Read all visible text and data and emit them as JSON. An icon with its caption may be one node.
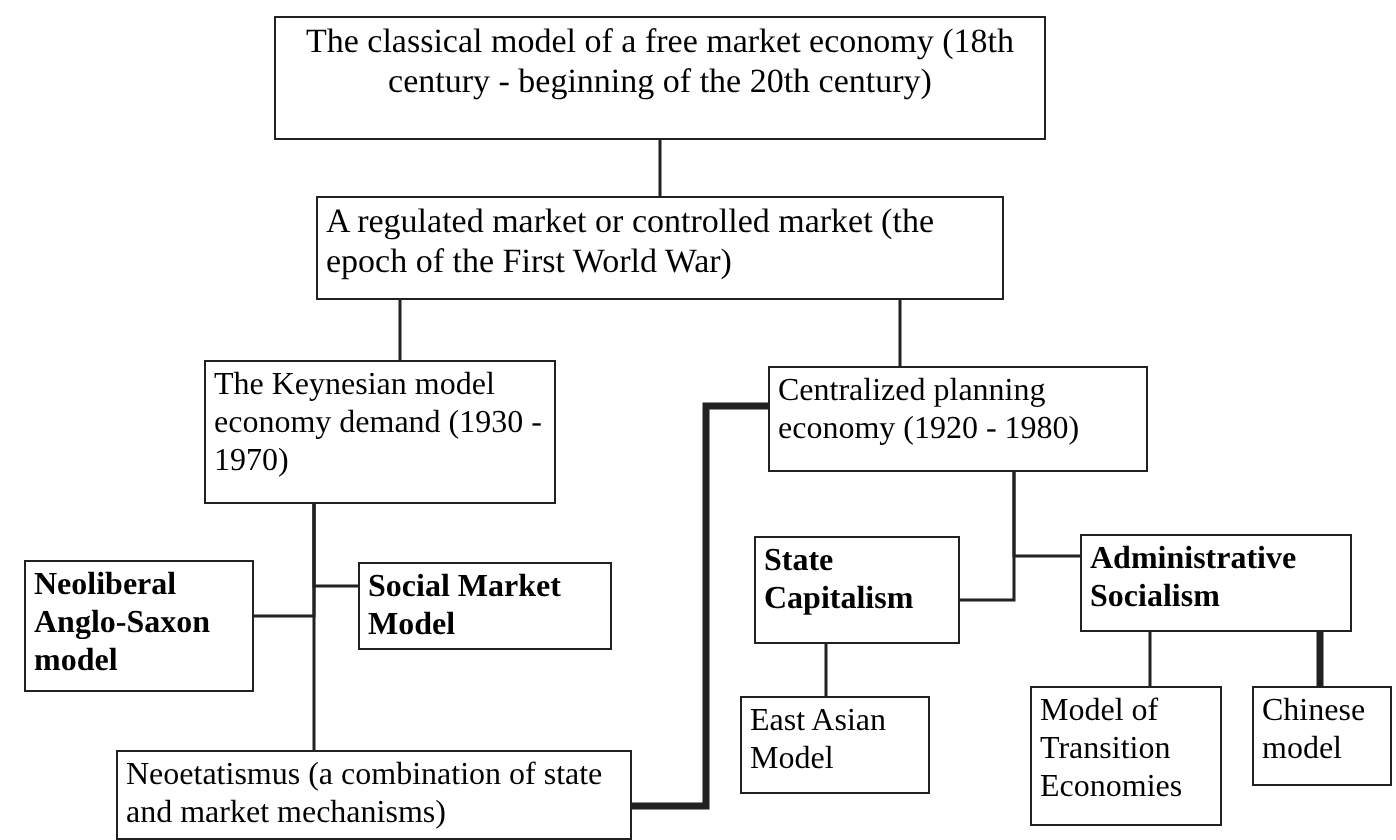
{
  "diagram": {
    "nodes": [
      {
        "text": [
          "The classical model of a free market economy (18th century - beginning of the 20th century)"
        ]
      },
      {
        "text": [
          "A regulated market or controlled market (the epoch of the First World War)"
        ]
      },
      {
        "text": [
          "The Keynesian model economy demand (1930 - 1970)"
        ]
      },
      {
        "text": [
          "Centralized planning economy (1920 - 1980)"
        ]
      },
      {
        "text": [
          "Neoliberal Anglo-Saxon model"
        ]
      },
      {
        "text": [
          "Social Market Model"
        ]
      },
      {
        "text": [
          "Neoetatismus (a combination of state and market mechanisms)"
        ]
      },
      {
        "text": [
          "State Capitalism"
        ]
      },
      {
        "text": [
          "Administrative Socialism"
        ]
      },
      {
        "text": [
          "East Asian Model"
        ]
      },
      {
        "text": [
          "Model of Transition Economies"
        ]
      },
      {
        "text": [
          "Chinese model"
        ]
      }
    ],
    "edges": [
      {
        "from": 0,
        "to": 1,
        "arrow": "none"
      },
      {
        "from": 1,
        "to": 2,
        "arrow": "none"
      },
      {
        "from": 1,
        "to": 3,
        "arrow": "none"
      },
      {
        "from": 2,
        "to": 4,
        "arrow": "none"
      },
      {
        "from": 2,
        "to": 5,
        "arrow": "none"
      },
      {
        "from": 2,
        "to": 6,
        "arrow": "none"
      },
      {
        "from": 6,
        "to": 3,
        "arrow": "none",
        "style": "thick"
      },
      {
        "from": 3,
        "to": 7,
        "arrow": "none"
      },
      {
        "from": 3,
        "to": 8,
        "arrow": "none"
      },
      {
        "from": 7,
        "to": 9,
        "arrow": "none"
      },
      {
        "from": 8,
        "to": 10,
        "arrow": "none"
      },
      {
        "from": 8,
        "to": 11,
        "arrow": "none",
        "style": "thick"
      }
    ]
  }
}
